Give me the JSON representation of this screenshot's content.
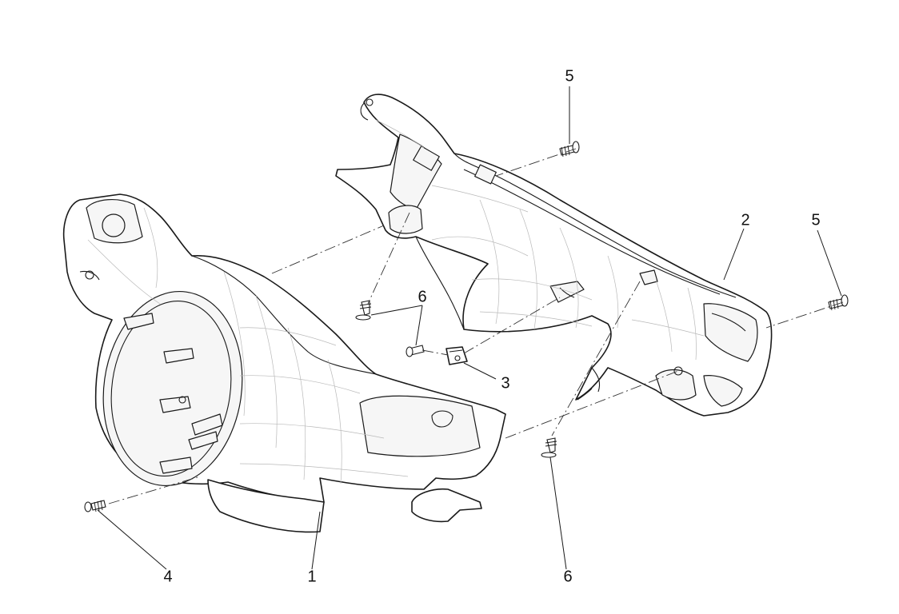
{
  "callouts": [
    {
      "id": "1",
      "label": "1"
    },
    {
      "id": "2",
      "label": "2"
    },
    {
      "id": "3",
      "label": "3"
    },
    {
      "id": "4",
      "label": "4"
    },
    {
      "id": "5a",
      "label": "5"
    },
    {
      "id": "5b",
      "label": "5"
    },
    {
      "id": "6a",
      "label": "6"
    },
    {
      "id": "6b",
      "label": "6"
    }
  ],
  "colors": {
    "line": "#1a1a1a",
    "mesh": "#b9b9b9",
    "background": "#ffffff"
  }
}
